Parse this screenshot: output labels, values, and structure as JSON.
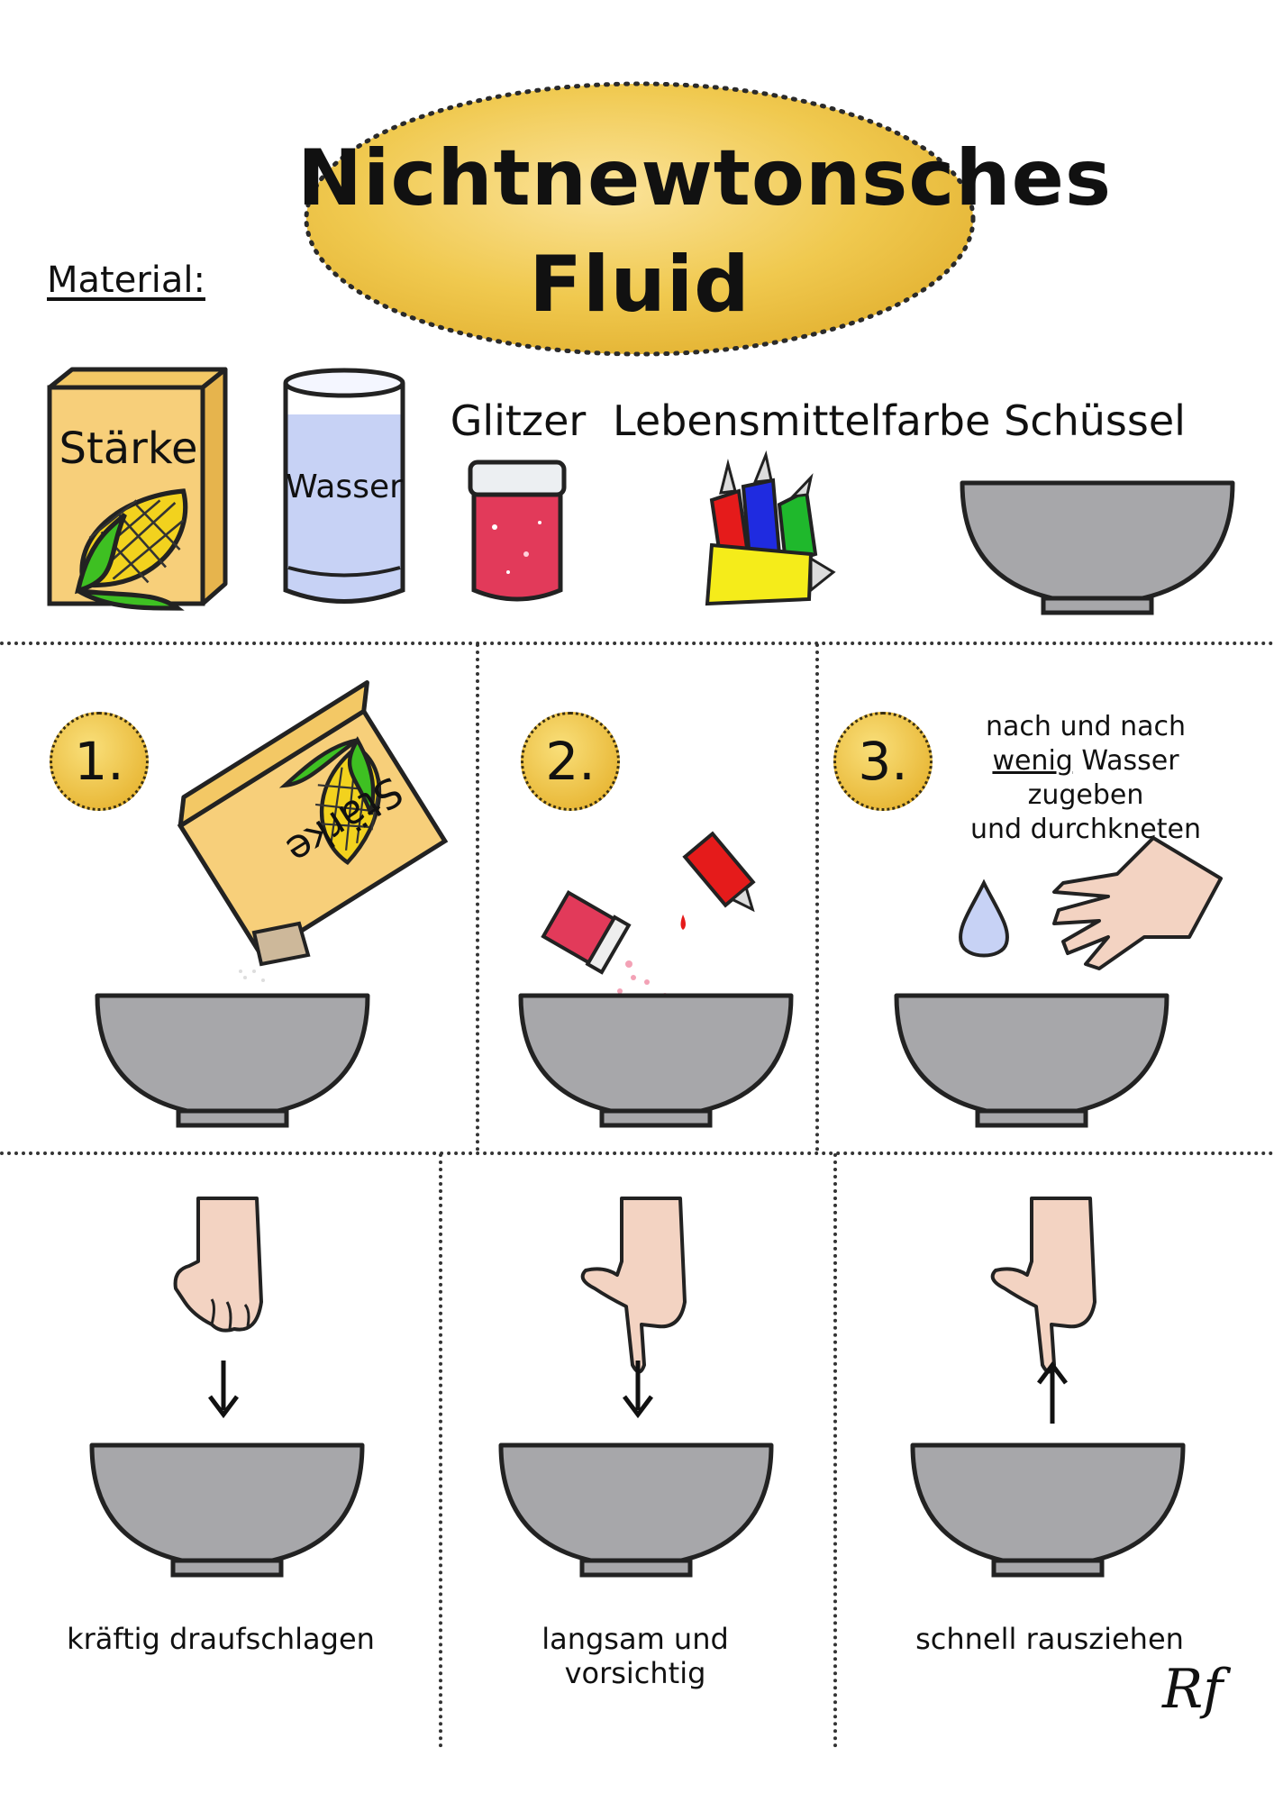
{
  "title": {
    "line1": "Nichtnewtonsches",
    "line2": "Fluid"
  },
  "material_heading": "Material:",
  "materials": {
    "starch_box": "Stärke",
    "water_glass": "Wasser",
    "glitter": "Glitzer",
    "food_coloring": "Lebensmittelfarbe",
    "bowl": "Schüssel"
  },
  "steps": [
    {
      "number": "1.",
      "box_label": "Stärke"
    },
    {
      "number": "2."
    },
    {
      "number": "3.",
      "instruction_line1": "nach und nach",
      "instruction_emphasis": "wenig",
      "instruction_line2_rest": "Wasser zugeben",
      "instruction_line3": "und durchkneten"
    }
  ],
  "experiments": [
    {
      "caption": "kräftig draufschlagen",
      "arrow": "down"
    },
    {
      "caption": "langsam und vorsichtig",
      "arrow": "down"
    },
    {
      "caption": "schnell rausziehen",
      "arrow": "up"
    }
  ],
  "signature": "Rf",
  "colors": {
    "title_blob": "#f0c94f",
    "bowl": "#a7a7aa",
    "box": "#f7cf7a",
    "water": "#c7d2f5",
    "glitter": "#e23a5a",
    "skin": "#f3d3c2"
  }
}
